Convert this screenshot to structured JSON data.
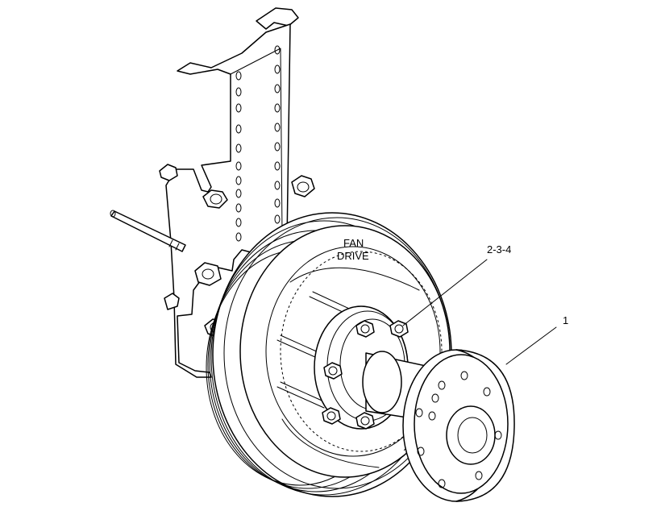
{
  "diagram": {
    "labels": {
      "fan_drive_line1": "FAN",
      "fan_drive_line2": "DRIVE",
      "callout_1": "1",
      "callout_2_3_4": "2-3-4"
    }
  }
}
